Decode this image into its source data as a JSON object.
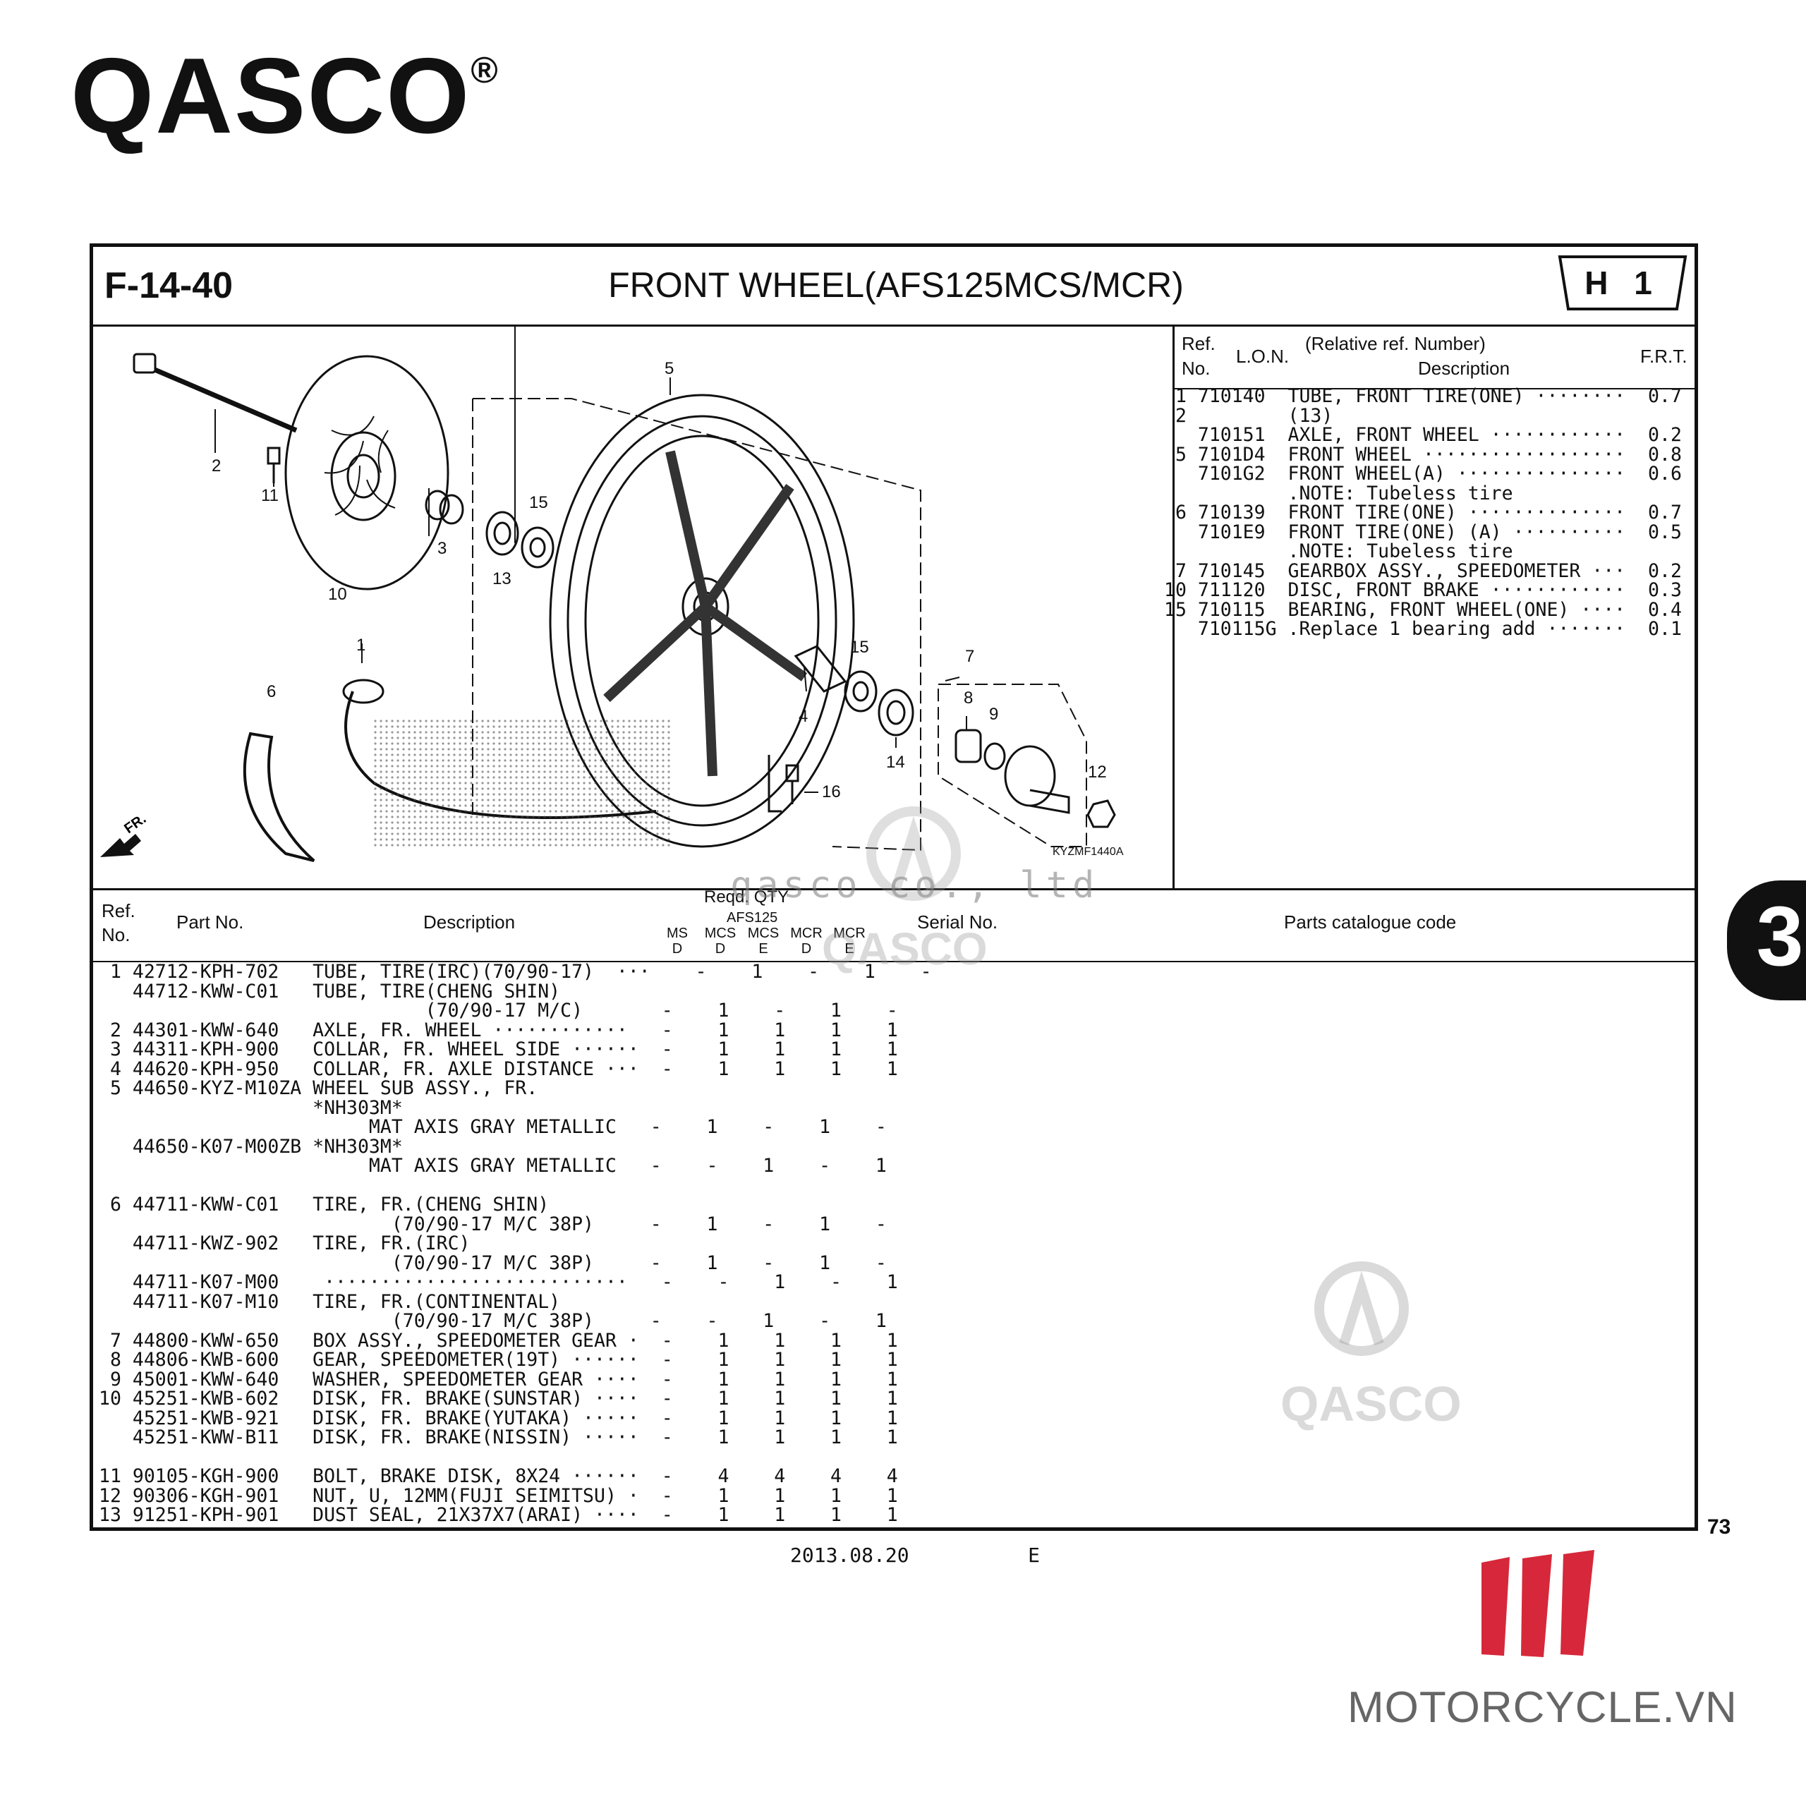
{
  "brand": {
    "logo_text": "QASCO",
    "registered_mark": "®"
  },
  "header": {
    "figure_code": "F-14-40",
    "title": "FRONT  WHEEL(AFS125MCS/MCR)",
    "grade": "H 1"
  },
  "diagram": {
    "illustration_code": "KYZMF1440A",
    "direction_label": "FR.",
    "callouts": [
      "1",
      "2",
      "3",
      "4",
      "5",
      "6",
      "7",
      "8",
      "9",
      "10",
      "11",
      "12",
      "13",
      "14",
      "15",
      "15",
      "16"
    ]
  },
  "relative_table": {
    "headers": {
      "ref": "Ref.",
      "no": "No.",
      "lon": "L.O.N.",
      "rel": "(Relative ref. Number)",
      "desc": "Description",
      "frt": "F.R.T."
    },
    "rows": [
      " 1 710140  TUBE, FRONT TIRE(ONE) ········  0.7",
      " 2         (13)",
      "   710151  AXLE, FRONT WHEEL ············  0.2",
      " 5 7101D4  FRONT WHEEL ··················  0.8",
      "   7101G2  FRONT WHEEL(A) ···············  0.6",
      "           .NOTE: Tubeless tire",
      " 6 710139  FRONT TIRE(ONE) ··············  0.7",
      "   7101E9  FRONT TIRE(ONE) (A) ··········  0.5",
      "           .NOTE: Tubeless tire",
      " 7 710145  GEARBOX ASSY., SPEEDOMETER ···  0.2",
      "10 711120  DISC, FRONT BRAKE ············  0.3",
      "15 710115  BEARING, FRONT WHEEL(ONE) ····  0.4",
      "   710115G .Replace 1 bearing add ·······  0.1"
    ]
  },
  "parts_table": {
    "headers": {
      "ref": "Ref.",
      "no": "No.",
      "part_no": "Part No.",
      "description": "Description",
      "reqd_qty": "Reqd. QTY",
      "model": "AFS125",
      "variants": [
        [
          "MS",
          "D"
        ],
        [
          "MCS",
          "D"
        ],
        [
          "MCS",
          "E"
        ],
        [
          "MCR",
          "D"
        ],
        [
          "MCR",
          "E"
        ]
      ],
      "serial": "Serial No.",
      "catalogue": "Parts catalogue code"
    },
    "rows": [
      " 1 42712-KPH-702   TUBE, TIRE(IRC)(70/90-17)  ···    -    1    -    1    -",
      "   44712-KWW-C01   TUBE, TIRE(CHENG SHIN)",
      "                             (70/90-17 M/C)       -    1    -    1    -",
      " 2 44301-KWW-640   AXLE, FR. WHEEL ············   -    1    1    1    1",
      " 3 44311-KPH-900   COLLAR, FR. WHEEL SIDE ······  -    1    1    1    1",
      " 4 44620-KPH-950   COLLAR, FR. AXLE DISTANCE ···  -    1    1    1    1",
      " 5 44650-KYZ-M10ZA WHEEL SUB ASSY., FR.",
      "                   *NH303M*",
      "                        MAT AXIS GRAY METALLIC   -    1    -    1    -",
      "   44650-K07-M00ZB *NH303M*",
      "                        MAT AXIS GRAY METALLIC   -    -    1    -    1",
      "",
      " 6 44711-KWW-C01   TIRE, FR.(CHENG SHIN)",
      "                          (70/90-17 M/C 38P)     -    1    -    1    -",
      "   44711-KWZ-902   TIRE, FR.(IRC)",
      "                          (70/90-17 M/C 38P)     -    1    -    1    -",
      "   44711-K07-M00    ···························   -    -    1    -    1",
      "   44711-K07-M10   TIRE, FR.(CONTINENTAL)",
      "                          (70/90-17 M/C 38P)     -    -    1    -    1",
      " 7 44800-KWW-650   BOX ASSY., SPEEDOMETER GEAR ·  -    1    1    1    1",
      " 8 44806-KWB-600   GEAR, SPEEDOMETER(19T) ······  -    1    1    1    1",
      " 9 45001-KWW-640   WASHER, SPEEDOMETER GEAR ····  -    1    1    1    1",
      "10 45251-KWB-602   DISK, FR. BRAKE(SUNSTAR) ····  -    1    1    1    1",
      "   45251-KWB-921   DISK, FR. BRAKE(YUTAKA) ·····  -    1    1    1    1",
      "   45251-KWW-B11   DISK, FR. BRAKE(NISSIN) ·····  -    1    1    1    1",
      "",
      "11 90105-KGH-900   BOLT, BRAKE DISK, 8X24 ······  -    4    4    4    4",
      "12 90306-KGH-901   NUT, U, 12MM(FUJI SEIMITSU) ·  -    1    1    1    1",
      "13 91251-KPH-901   DUST SEAL, 21X37X7(ARAI) ····  -    1    1    1    1"
    ]
  },
  "watermarks": {
    "company": "qasco co., ltd",
    "logo": "QASCO"
  },
  "section_tab": "3",
  "page_number": "73",
  "footer": {
    "date": "2013.08.20",
    "edition": "E"
  },
  "publisher": {
    "name": "MOTORCYCLE.VN"
  },
  "colors": {
    "ink": "#111111",
    "publisher_red": "#d6283a",
    "publisher_gray": "#666666",
    "watermark": "#b4b4b4"
  }
}
